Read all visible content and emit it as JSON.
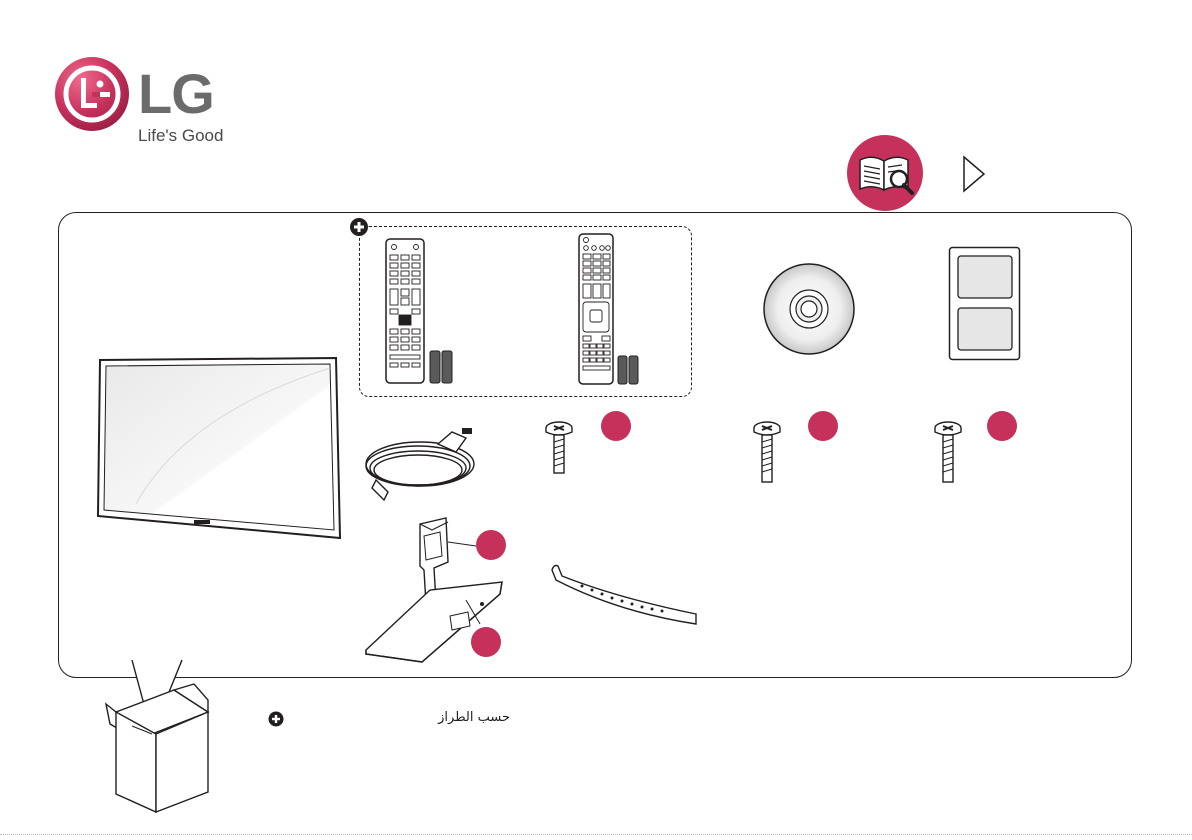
{
  "brand": {
    "wordmark": "LG",
    "logo_letters": "LG",
    "tagline": "Life's Good",
    "brand_color": "#c6315c"
  },
  "header": {
    "manual_icon": "book-magnifier-icon",
    "next_icon": "triangle-right-icon"
  },
  "contents": {
    "optional_marker_icon": "plus-circle-icon",
    "items": [
      {
        "id": "tv",
        "icon": "tv-icon"
      },
      {
        "id": "remote-a",
        "icon": "remote-control-icon"
      },
      {
        "id": "remote-b",
        "icon": "remote-control-icon"
      },
      {
        "id": "cd",
        "icon": "cd-icon"
      },
      {
        "id": "card",
        "icon": "card-icon"
      },
      {
        "id": "power-cord",
        "icon": "power-cord-icon"
      },
      {
        "id": "screw-1",
        "icon": "screw-icon"
      },
      {
        "id": "screw-2",
        "icon": "screw-icon"
      },
      {
        "id": "screw-3",
        "icon": "screw-icon"
      },
      {
        "id": "stand",
        "icon": "stand-icon"
      },
      {
        "id": "cable-holder",
        "icon": "cable-holder-icon"
      }
    ]
  },
  "footnote": {
    "text": "حسب الطراز"
  }
}
